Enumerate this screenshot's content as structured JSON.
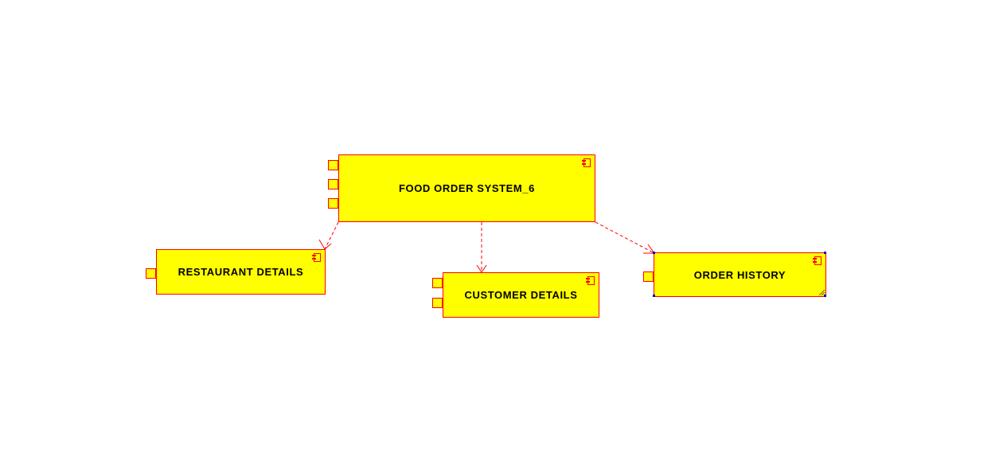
{
  "colors": {
    "fill": "#ffff00",
    "border": "#ff0000",
    "text": "#000000",
    "selection": "#0000cc"
  },
  "diagram": {
    "components": [
      {
        "id": "food-order-system",
        "label": "FOOD ORDER SYSTEM_6",
        "ports": 3,
        "selected": false
      },
      {
        "id": "restaurant-details",
        "label": "RESTAURANT DETAILS",
        "ports": 1,
        "selected": false
      },
      {
        "id": "customer-details",
        "label": "CUSTOMER DETAILS",
        "ports": 2,
        "selected": false
      },
      {
        "id": "order-history",
        "label": "ORDER HISTORY",
        "ports": 1,
        "selected": true
      }
    ],
    "dependencies": [
      {
        "from": "food-order-system",
        "to": "restaurant-details",
        "style": "dashed-arrow"
      },
      {
        "from": "food-order-system",
        "to": "customer-details",
        "style": "dashed-arrow"
      },
      {
        "from": "food-order-system",
        "to": "order-history",
        "style": "dashed-arrow"
      }
    ]
  }
}
